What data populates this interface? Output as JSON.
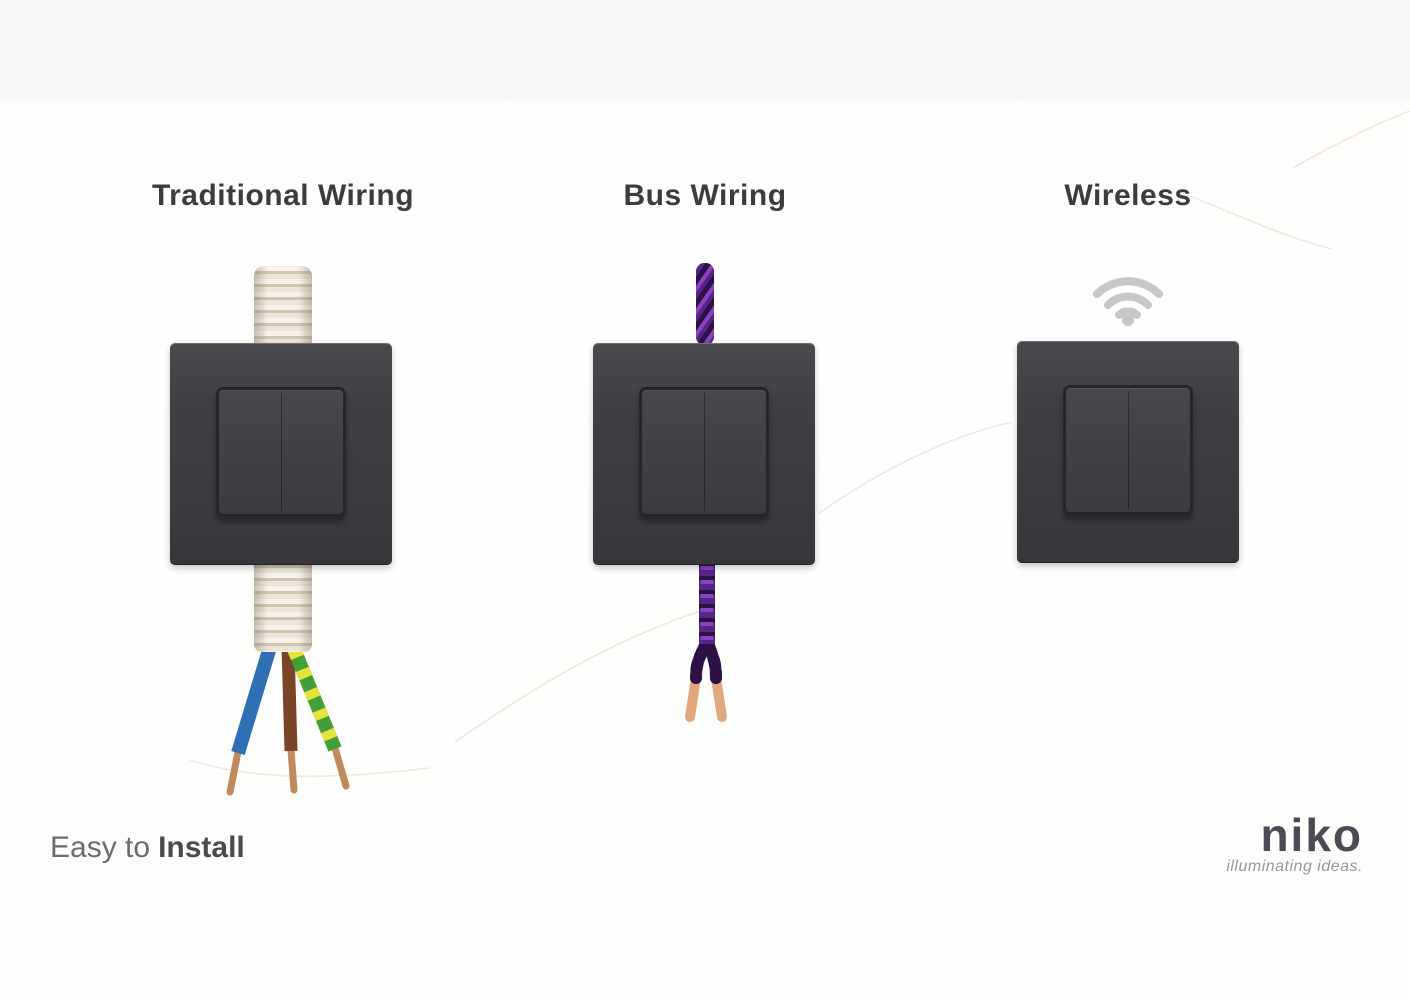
{
  "columns": [
    {
      "label": "Traditional Wiring",
      "media": {
        "type": "conduit-and-stripped-wires",
        "conduit_color": "#eee8dc",
        "conduit_rib_color": "#cfc6b2",
        "wires": [
          {
            "id": "blue-wire",
            "color": "#2f6fb4"
          },
          {
            "id": "brown-wire",
            "color": "#7a4527"
          },
          {
            "id": "earth-wire",
            "color": "#43a038",
            "stripe_color": "#e8e23c"
          }
        ],
        "copper_tip_color": "#c08a5a"
      }
    },
    {
      "label": "Bus Wiring",
      "media": {
        "type": "twisted-bus-cable",
        "cable_color": "#55258a",
        "cable_dark_color": "#2c1145",
        "cable_highlight_color": "#8a41c2",
        "copper_tip_color": "#e2a87d"
      }
    },
    {
      "label": "Wireless",
      "media": {
        "type": "wifi-signal",
        "icon": "wifi-icon",
        "icon_color": "#c7c7c7"
      }
    }
  ],
  "caption": {
    "normal": "Easy to",
    "bold": "Install"
  },
  "brand": {
    "wordmark": "niko",
    "slogan": "illuminating ideas."
  },
  "palette": {
    "top_band": "#f8f7f5",
    "wall": "#fefefe",
    "crack_line": "#ebe4d8",
    "plate": "#3f3f43",
    "rocker_face": "#424246",
    "rocker_border": "#26262a",
    "heading_text": "#3c3c3c",
    "caption_text": "#6b6b6b",
    "caption_bold_text": "#4a4a4a",
    "brand_text": "#4b4b53",
    "slogan_text": "#97979f"
  }
}
